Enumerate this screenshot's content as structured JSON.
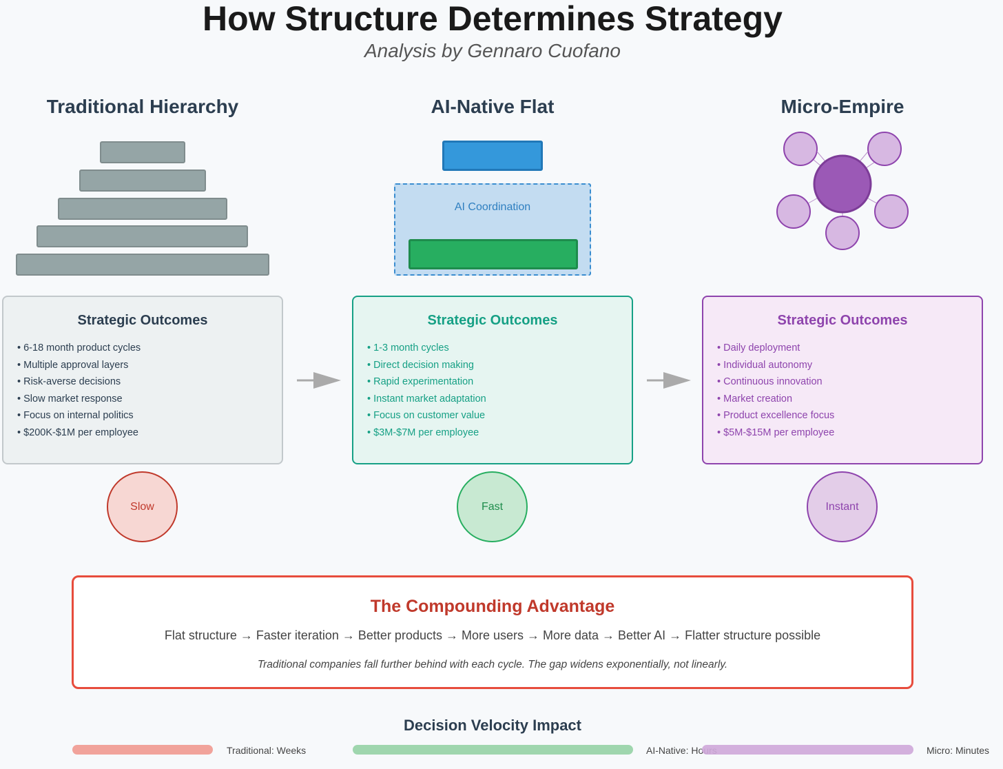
{
  "header": {
    "title": "How Structure Determines Strategy",
    "subtitle": "Analysis by Gennaro Cuofano"
  },
  "columns": [
    {
      "title": "Traditional Hierarchy",
      "outcomes_title": "Strategic Outcomes",
      "outcomes": [
        "6-18 month product cycles",
        "Multiple approval layers",
        "Risk-averse decisions",
        "Slow market response",
        "Focus on internal politics",
        "$200K-$1M per employee"
      ],
      "speed": "Slow"
    },
    {
      "title": "AI-Native Flat",
      "coordination_label": "AI Coordination",
      "outcomes_title": "Strategic Outcomes",
      "outcomes": [
        "1-3 month cycles",
        "Direct decision making",
        "Rapid experimentation",
        "Instant market adaptation",
        "Focus on customer value",
        "$3M-$7M per employee"
      ],
      "speed": "Fast"
    },
    {
      "title": "Micro-Empire",
      "outcomes_title": "Strategic Outcomes",
      "outcomes": [
        "Daily deployment",
        "Individual autonomy",
        "Continuous innovation",
        "Market creation",
        "Product excellence focus",
        "$5M-$15M per employee"
      ],
      "speed": "Instant"
    }
  ],
  "compounding": {
    "title": "The Compounding Advantage",
    "chain": "Flat structure → Faster iteration → Better products → More users → More data → Better AI → Flatter structure possible",
    "note": "Traditional companies fall further behind with each cycle. The gap widens exponentially, not linearly."
  },
  "velocity": {
    "title": "Decision Velocity Impact",
    "items": [
      {
        "label": "Traditional: Weeks",
        "color": "#f1a39b"
      },
      {
        "label": "AI-Native: Hours",
        "color": "#9fd6ae"
      },
      {
        "label": "Micro: Minutes",
        "color": "#cfa9da"
      }
    ]
  },
  "colors": {
    "traditional": "#95a5a6",
    "ai_native": "#16a085",
    "micro": "#8e44ad",
    "accent": "#e74c3c"
  }
}
